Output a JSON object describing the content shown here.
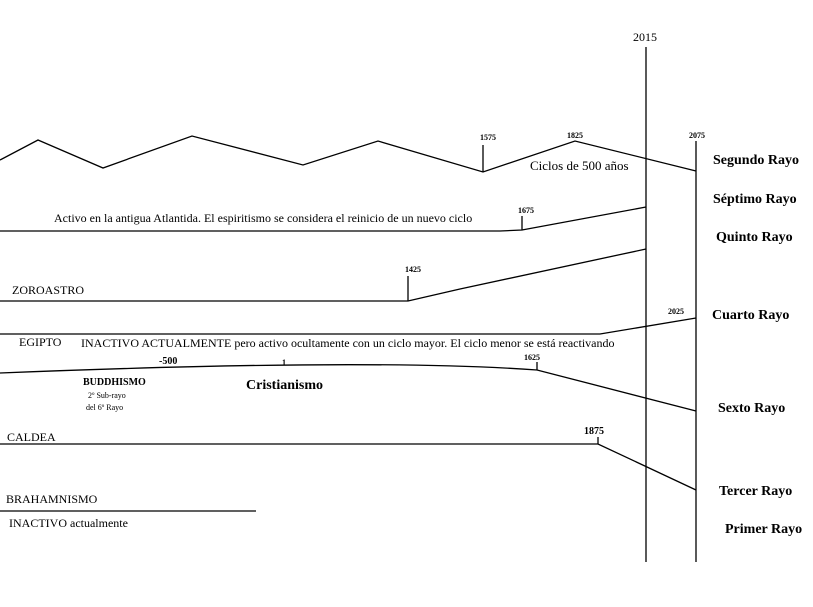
{
  "years": {
    "y2015": "2015",
    "y2075": "2075",
    "y2025": "2025",
    "y1575": "1575",
    "y1825": "1825",
    "y1675": "1675",
    "y1425": "1425",
    "y1625": "1625",
    "y1875": "1875",
    "yneg500": "-500",
    "y1": "1"
  },
  "rays": {
    "segundo": "Segundo Rayo",
    "septimo": "Séptimo Rayo",
    "quinto": "Quinto Rayo",
    "cuarto": "Cuarto Rayo",
    "sexto": "Sexto Rayo",
    "tercer": "Tercer Rayo",
    "primer": "Primer Rayo"
  },
  "texts": {
    "ciclos": "Ciclos de 500  años",
    "atlantida": "Activo en la antigua Atlantida. El espiritismo se considera  el reinicio de un nuevo ciclo",
    "zoroastro": "ZOROASTRO",
    "egipto": "EGIPTO",
    "inactivo_actualmente": "INACTIVO ACTUALMENTE pero activo ocultamente con un ciclo mayor. El ciclo menor se está reactivando",
    "buddhismo": "BUDDHISMO",
    "subrayo1": "2º Sub-rayo",
    "subrayo2": "del 6º Rayo",
    "cristianismo": "Cristianismo",
    "caldea": "CALDEA",
    "brahamnismo": "BRAHAMNISMO",
    "inactivo": "INACTIVO actualmente"
  }
}
